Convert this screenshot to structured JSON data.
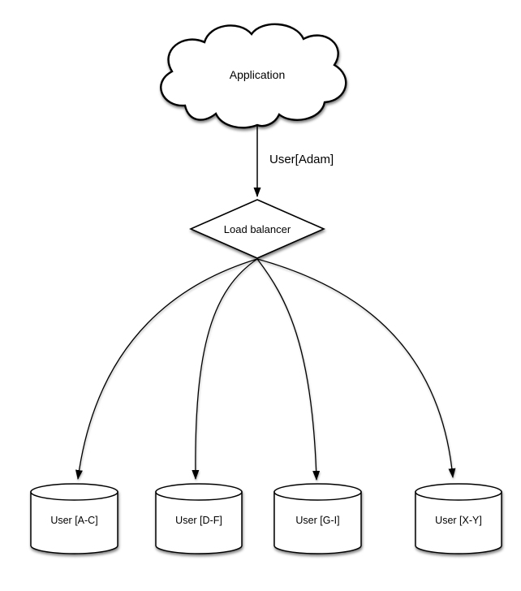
{
  "diagram": {
    "application": {
      "label": "Application",
      "shape": "cloud"
    },
    "edge": {
      "label": "User[Adam]"
    },
    "load_balancer": {
      "label": "Load balancer",
      "shape": "diamond"
    },
    "shards": [
      {
        "label": "User [A-C]",
        "shape": "cylinder"
      },
      {
        "label": "User [D-F]",
        "shape": "cylinder"
      },
      {
        "label": "User [G-I]",
        "shape": "cylinder"
      },
      {
        "label": "User [X-Y]",
        "shape": "cylinder"
      }
    ],
    "colors": {
      "background": "#ffffff",
      "line": "#000000",
      "shape_fill": "#ffffff",
      "text": "#000000"
    }
  }
}
